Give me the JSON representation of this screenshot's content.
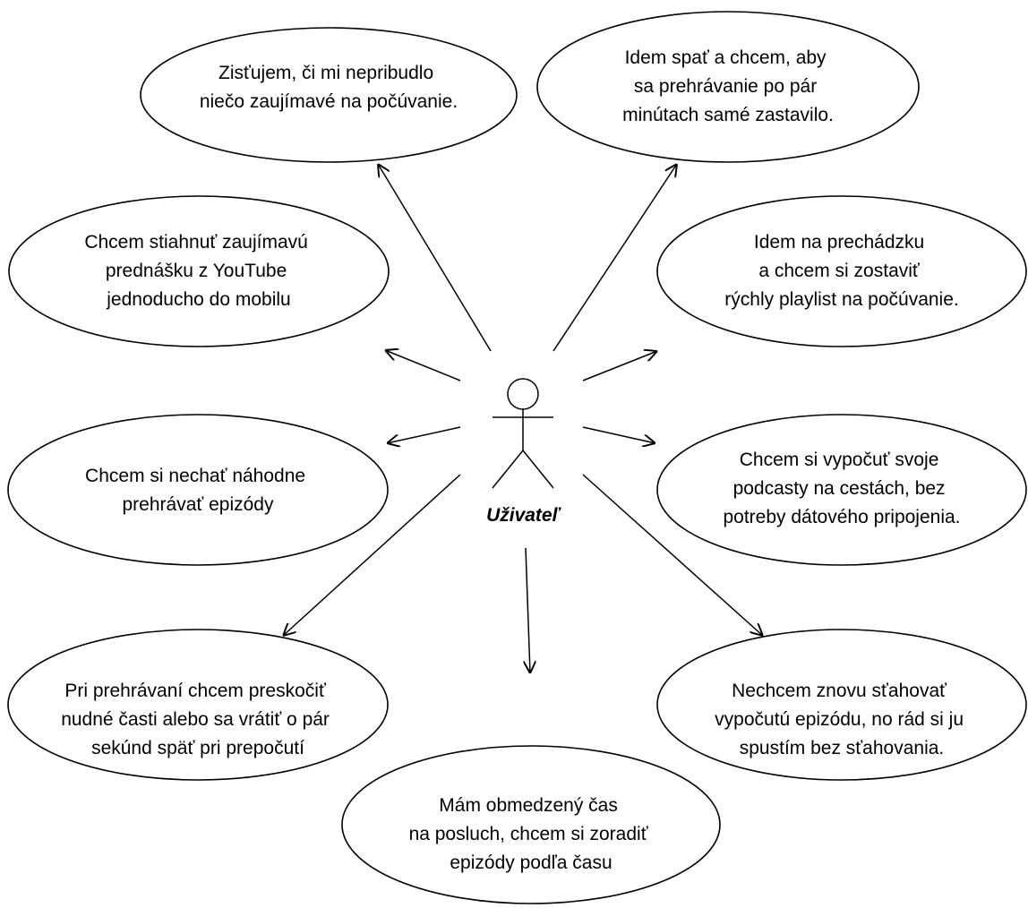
{
  "actor": {
    "label": "Uživateľ"
  },
  "use_cases": [
    {
      "id": "check-new",
      "lines": [
        "Zisťujem, či mi nepribudlo",
        "niečo zaujímavé na počúvanie."
      ]
    },
    {
      "id": "sleep-timer",
      "lines": [
        "Idem spať a chcem, aby",
        "sa prehrávanie po pár",
        "minútach samé zastavilo."
      ]
    },
    {
      "id": "youtube-download",
      "lines": [
        "Chcem stiahnuť zaujímavú",
        "prednášku z YouTube",
        "jednoducho do mobilu"
      ]
    },
    {
      "id": "quick-playlist",
      "lines": [
        "Idem na prechádzku",
        "a chcem si zostaviť",
        "rýchly playlist na počúvanie."
      ]
    },
    {
      "id": "shuffle",
      "lines": [
        "Chcem si nechať náhodne",
        "prehrávať epizódy"
      ]
    },
    {
      "id": "offline",
      "lines": [
        "Chcem si vypočuť svoje",
        "podcasty na cestách, bez",
        "potreby dátového pripojenia."
      ]
    },
    {
      "id": "skip-rewind",
      "lines": [
        "Pri prehrávaní chcem preskočiť",
        "nudné časti alebo sa vrátiť o pár",
        "sekúnd späť pri prepočutí"
      ]
    },
    {
      "id": "stream",
      "lines": [
        "Nechcem znovu sťahovať",
        "vypočutú epizódu, no rád si ju",
        "spustím bez sťahovania."
      ]
    },
    {
      "id": "sort-by-time",
      "lines": [
        "Mám obmedzený čas",
        "na posluch, chcem si zoradiť",
        "epizódy podľa času"
      ]
    }
  ]
}
